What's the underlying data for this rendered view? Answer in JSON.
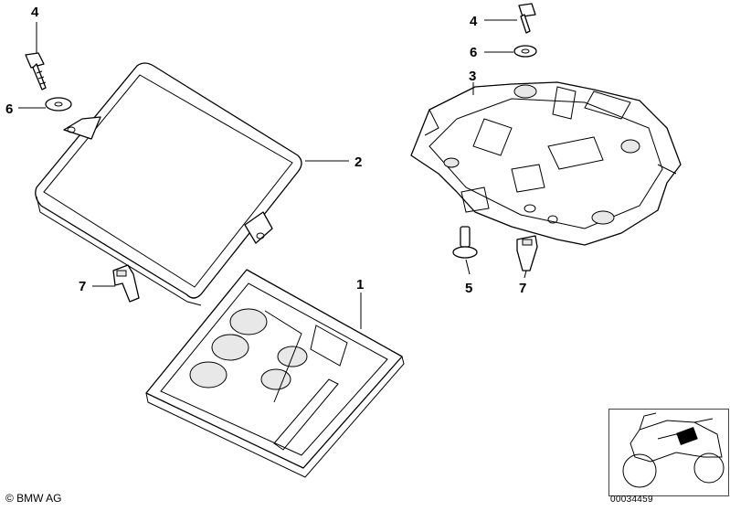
{
  "callouts": {
    "c1": "1",
    "c2": "2",
    "c3": "3",
    "c4_left": "4",
    "c6_left": "6",
    "c7_left": "7",
    "c4_right": "4",
    "c6_right": "6",
    "c5": "5",
    "c7_right": "7"
  },
  "copyright": "© BMW AG",
  "doc_number": "00034459",
  "colors": {
    "line": "#000000",
    "background": "#ffffff",
    "highlight": "#000000"
  }
}
